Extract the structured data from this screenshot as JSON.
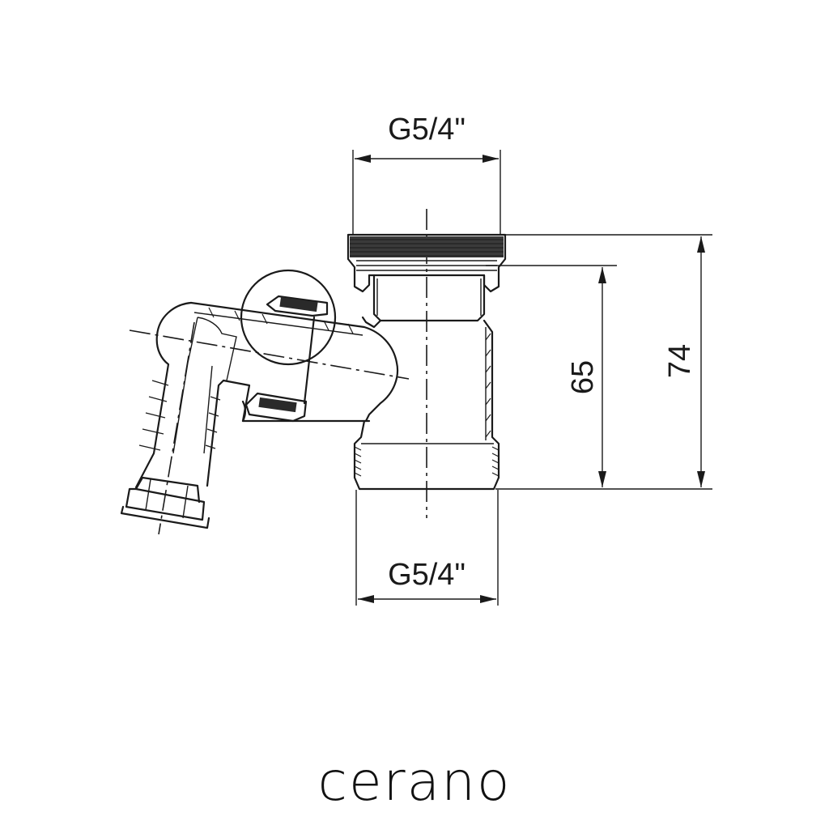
{
  "drawing": {
    "top_thread_label": "G5/4\"",
    "bottom_thread_label": "G5/4\"",
    "inner_height_label": "65",
    "total_height_label": "74"
  },
  "brand": {
    "logo_text": "cerano"
  },
  "colors": {
    "line": "#1a1a1a",
    "background": "#ffffff"
  }
}
